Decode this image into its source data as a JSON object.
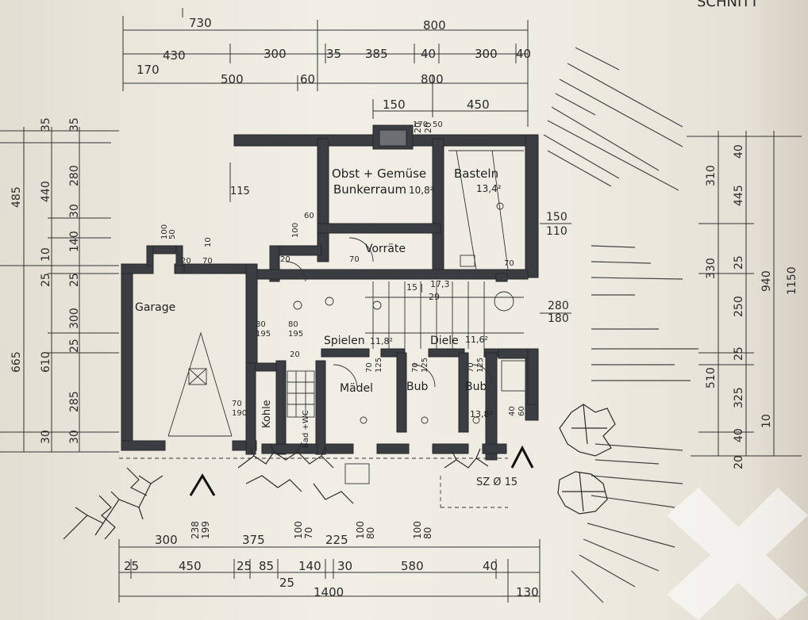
{
  "title_fragment": "SCHNITT",
  "rooms": {
    "obst": "Obst + Gemüse",
    "bunker": "Bunkerraum",
    "bunker_area": "10,8²",
    "basteln": "Basteln",
    "basteln_area": "13,4²",
    "vorraete": "Vorräte",
    "garage": "Garage",
    "spielen": "Spielen",
    "spielen_area": "11,8²",
    "diele": "Diele",
    "diele_area": "11,6²",
    "maedel": "Mädel",
    "bub1": "Bub",
    "bub2": "Bub",
    "bub2_area": "13,8²",
    "kohle": "Kohle",
    "bad": "Bad\n+WC"
  },
  "stair_labels": [
    "15 |",
    "17,3",
    "29"
  ],
  "top_dims": {
    "row1": [
      "730",
      "800"
    ],
    "row2": [
      "430",
      "300",
      "35",
      "385",
      "40",
      "300",
      "40"
    ],
    "row3": [
      "170",
      "500",
      "60",
      "800"
    ],
    "row4": [
      "150",
      "450"
    ],
    "chimney": [
      "20",
      "20"
    ]
  },
  "left_dims": [
    "35",
    "35",
    "485",
    "440",
    "280",
    "30",
    "140",
    "10",
    "25",
    "25",
    "300",
    "25",
    "665",
    "610",
    "285",
    "30",
    "30",
    "115"
  ],
  "right_dims": [
    "40",
    "310",
    "445",
    "25",
    "330",
    "250",
    "940",
    "1150",
    "25",
    "510",
    "325",
    "10",
    "40",
    "20",
    "150",
    "110",
    "280",
    "180"
  ],
  "bottom_dims": {
    "row1": [
      "300",
      "375",
      "225",
      "100",
      "100"
    ],
    "row2": [
      "25",
      "450",
      "25",
      "85",
      "140",
      "30",
      "580",
      "40"
    ],
    "row3": [
      "25"
    ],
    "row4": [
      "1400",
      "130"
    ],
    "openings": [
      "238",
      "199",
      "100",
      "70",
      "100",
      "80",
      "100",
      "80"
    ]
  },
  "misc_labels": [
    "100",
    "50",
    "20",
    "70",
    "10",
    "100",
    "20",
    "70",
    "80",
    "195",
    "80",
    "195",
    "20",
    "60",
    "70",
    "190",
    "70",
    "125",
    "70",
    "125",
    "70",
    "125",
    "SZ Ø 15",
    "40",
    "60",
    "170",
    "50",
    "70"
  ],
  "watermark_icon": "logo-watermark"
}
